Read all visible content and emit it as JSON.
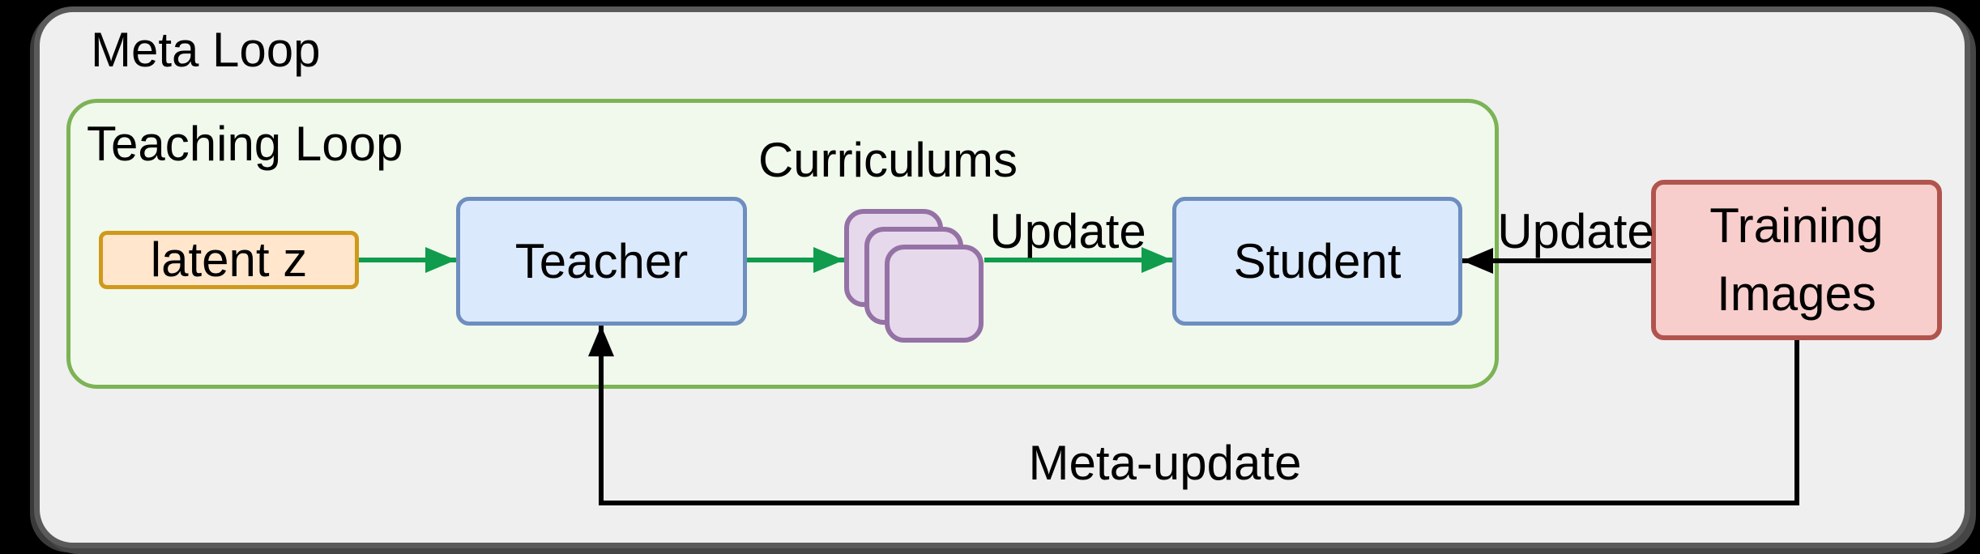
{
  "meta_loop": {
    "title": "Meta Loop"
  },
  "teaching_loop": {
    "title": "Teaching Loop"
  },
  "nodes": {
    "latent_z": {
      "label": "latent z",
      "fill": "#ffe6cc",
      "border": "#d0991b"
    },
    "teacher": {
      "label": "Teacher",
      "fill": "#dbe9fc",
      "border": "#6d8ebf"
    },
    "curriculums": {
      "label": "Curriculums",
      "fill": "#e6d9ec",
      "border": "#9572a5",
      "card_count": 3
    },
    "student": {
      "label": "Student",
      "fill": "#dbe9fc",
      "border": "#6d8ebf"
    },
    "training_images": {
      "label": "Training Images",
      "fill": "#f8cecc",
      "border": "#b2544e"
    }
  },
  "edges": {
    "latent_to_teacher": {
      "label": "",
      "color": "#109c4c"
    },
    "teacher_to_curriculums": {
      "label": "",
      "color": "#109c4c"
    },
    "curriculums_to_student": {
      "label": "Update",
      "color": "#109c4c"
    },
    "images_to_student": {
      "label": "Update",
      "color": "#000000"
    },
    "meta_update": {
      "label": "Meta-update",
      "color": "#000000"
    }
  },
  "palette": {
    "canvas_bg": "#000000",
    "outer_fill": "#efefef",
    "outer_border": "#5a5a5a",
    "teaching_fill": "#f1f9ec",
    "teaching_border": "#7cb355",
    "arrow_green": "#109c4c",
    "arrow_black": "#000000"
  }
}
